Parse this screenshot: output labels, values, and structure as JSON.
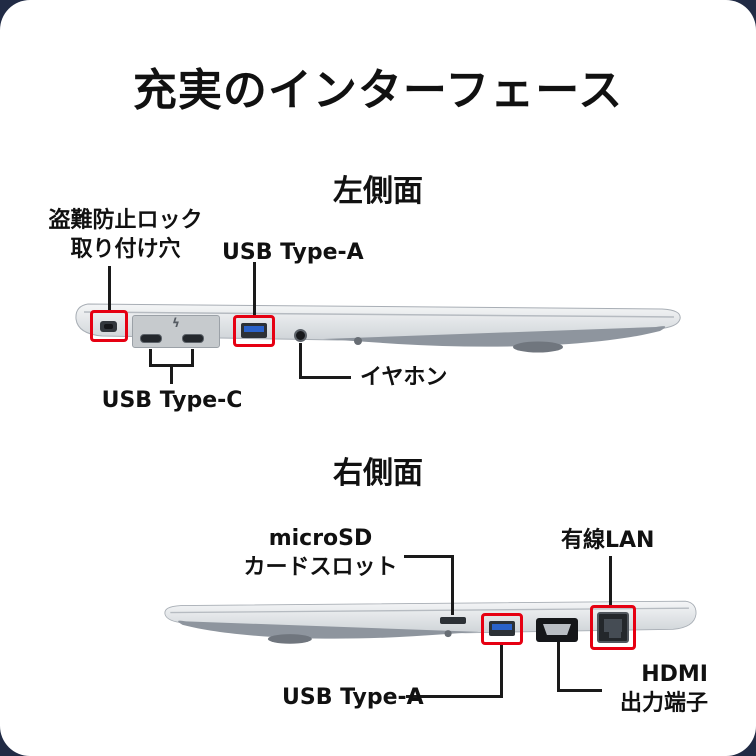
{
  "page": {
    "title": "充実のインターフェース"
  },
  "colors": {
    "outer_bg": "#212b45",
    "accent_red": "#e60012",
    "line": "#1a1a1a",
    "usb_blue": "#2a62c9"
  },
  "left": {
    "heading": "左側面",
    "labels": {
      "lock": [
        "盗難防止ロック",
        "取り付け穴"
      ],
      "usb_a": "USB Type-A",
      "usb_c": "USB Type-C",
      "earphone": "イヤホン"
    },
    "icons": {
      "thunderbolt": "ϟ"
    }
  },
  "right": {
    "heading": "右側面",
    "labels": {
      "microsd": [
        "microSD",
        "カードスロット"
      ],
      "lan": "有線LAN",
      "usb_a": "USB Type-A",
      "hdmi": [
        "HDMI",
        "出力端子"
      ]
    }
  }
}
